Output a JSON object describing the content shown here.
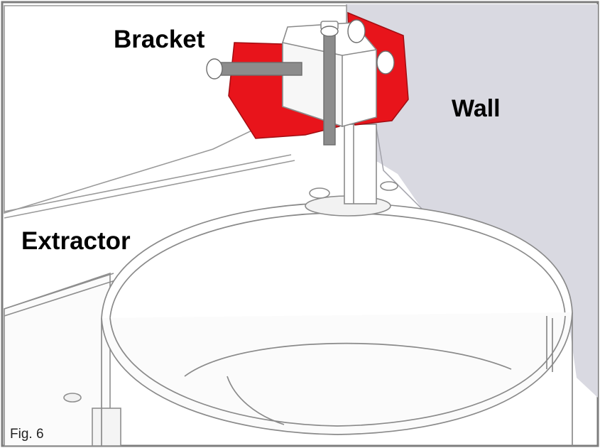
{
  "labels": {
    "bracket": "Bracket",
    "wall": "Wall",
    "extractor": "Extractor",
    "figure": "Fig. 6"
  },
  "colors": {
    "bracket": "#e8141b",
    "wall": "#d9d9e1",
    "line": "#8a8a8a",
    "background": "#ffffff"
  }
}
